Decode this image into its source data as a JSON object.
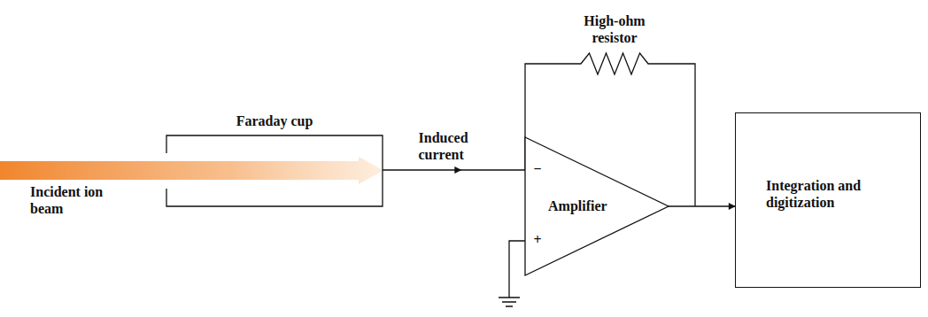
{
  "diagram": {
    "nodes": [
      {
        "text": [
          "Faraday cup"
        ]
      },
      {
        "text": [
          "Amplifier"
        ]
      },
      {
        "text": [
          "Integration and digitization"
        ]
      }
    ],
    "edges": [
      {
        "from": 0,
        "to": 1,
        "arrow": "to",
        "label": "Induced current"
      },
      {
        "from": 1,
        "to": 2,
        "arrow": "to"
      }
    ],
    "labels": [
      "Incident ion beam",
      "High-ohm resistor",
      "−",
      "+"
    ]
  }
}
